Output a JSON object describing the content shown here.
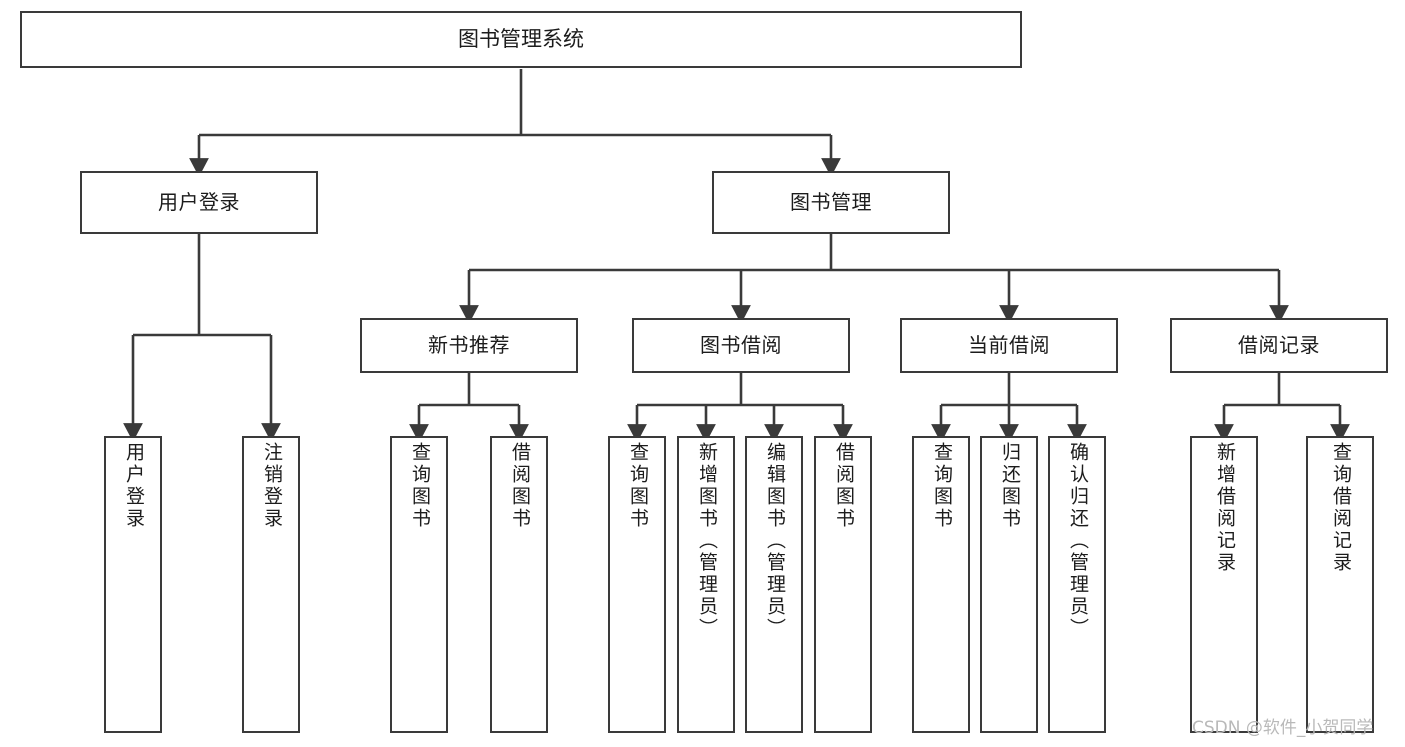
{
  "diagram": {
    "type": "tree",
    "title": "图书管理系统",
    "orientation": "top-down",
    "colors": {
      "background": "#ffffff",
      "node_border": "#3a3a3a",
      "node_fill": "#ffffff",
      "connector": "#3a3a3a",
      "watermark_text": "#b9b9b9"
    },
    "root": {
      "label": "图书管理系统"
    },
    "level1": [
      {
        "label": "用户登录"
      },
      {
        "label": "图书管理"
      }
    ],
    "level2": [
      {
        "label": "新书推荐"
      },
      {
        "label": "图书借阅"
      },
      {
        "label": "当前借阅"
      },
      {
        "label": "借阅记录"
      }
    ],
    "leaves": {
      "user_login": [
        {
          "label": "用户登录"
        },
        {
          "label": "注销登录"
        }
      ],
      "new_book_recommend": [
        {
          "label": "查询图书"
        },
        {
          "label": "借阅图书"
        }
      ],
      "book_borrow": [
        {
          "label": "查询图书"
        },
        {
          "label": "新增图书（管理员）"
        },
        {
          "label": "编辑图书（管理员）"
        },
        {
          "label": "借阅图书"
        }
      ],
      "current_borrow": [
        {
          "label": "查询图书"
        },
        {
          "label": "归还图书"
        },
        {
          "label": "确认归还（管理员）"
        }
      ],
      "borrow_record": [
        {
          "label": "新增借阅记录"
        },
        {
          "label": "查询借阅记录"
        }
      ]
    }
  },
  "watermark": {
    "text": "CSDN @软件_小贺同学"
  }
}
